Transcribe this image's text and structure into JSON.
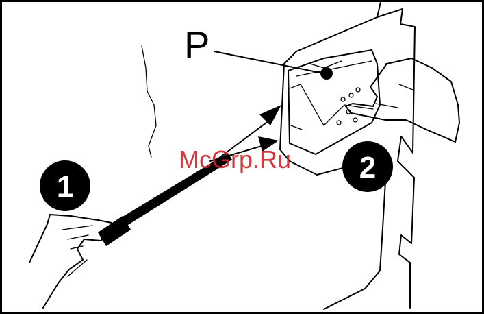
{
  "figure": {
    "part_label": "P",
    "steps": [
      {
        "label": "1"
      },
      {
        "label": "2"
      }
    ],
    "watermark": "McGrp.Ru"
  },
  "colors": {
    "ink": "#000000",
    "paper": "#ffffff",
    "watermark": "#d2232a"
  }
}
